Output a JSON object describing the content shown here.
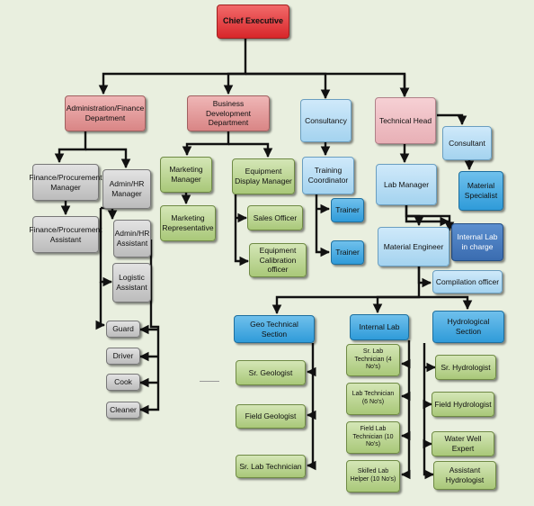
{
  "nodes": {
    "chief": "Chief Executive",
    "admin_fin": "Administration/Finance Department",
    "bus_dev": "Business Development Department",
    "consultancy": "Consultancy",
    "tech_head": "Technical Head",
    "consultant": "Consultant",
    "fin_proc_mgr": "Finance/Procurement Manager",
    "fin_proc_asst": "Finance/Procurement Assistant",
    "admin_hr_mgr": "Admin/HR Manager",
    "admin_hr_asst": "Admin/HR Assistant",
    "logistic_asst": "Logistic Assistant",
    "guard": "Guard",
    "driver": "Driver",
    "cook": "Cook",
    "cleaner": "Cleaner",
    "mkt_mgr": "Marketing Manager",
    "mkt_rep": "Marketing Representative",
    "equip_mgr": "Equipment Display Manager",
    "sales": "Sales Officer",
    "calib": "Equipment Calibration officer",
    "train_coord": "Training Coordinator",
    "trainer1": "Trainer",
    "trainer2": "Trainer",
    "lab_mgr": "Lab Manager",
    "material_spec": "Material Specialist",
    "internal_lab_ic": "Internal Lab in charge",
    "material_eng": "Material Engineer",
    "compilation": "Compilation officer",
    "geo_section": "Geo Technical Section",
    "internal_lab": "Internal Lab",
    "hydro_section": "Hydrological Section",
    "sr_geologist": "Sr. Geologist",
    "field_geologist": "Field Geologist",
    "sr_lab_tech_geo": "Sr. Lab Technician",
    "sr_lab_tech": "Sr. Lab Technician (4 No's)",
    "lab_tech": "Lab Technician (6 No's)",
    "field_lab_tech": "Field Lab Technician (10 No's)",
    "skilled_helper": "Skilled Lab Helper (10 No's)",
    "sr_hydro": "Sr. Hydrologist",
    "field_hydro": "Field Hydrologist",
    "ww_expert": "Water Well Expert",
    "asst_hydro": "Assistant Hydrologist"
  },
  "colors": {
    "connector": "#111111",
    "red": "#d8262a",
    "green": "#a9c879",
    "light_blue": "#a4d3ef",
    "mid_blue": "#2f9bd9",
    "dark_blue": "#3a6cb0",
    "gray": "#bcbcbc",
    "pink": "#d98585"
  }
}
